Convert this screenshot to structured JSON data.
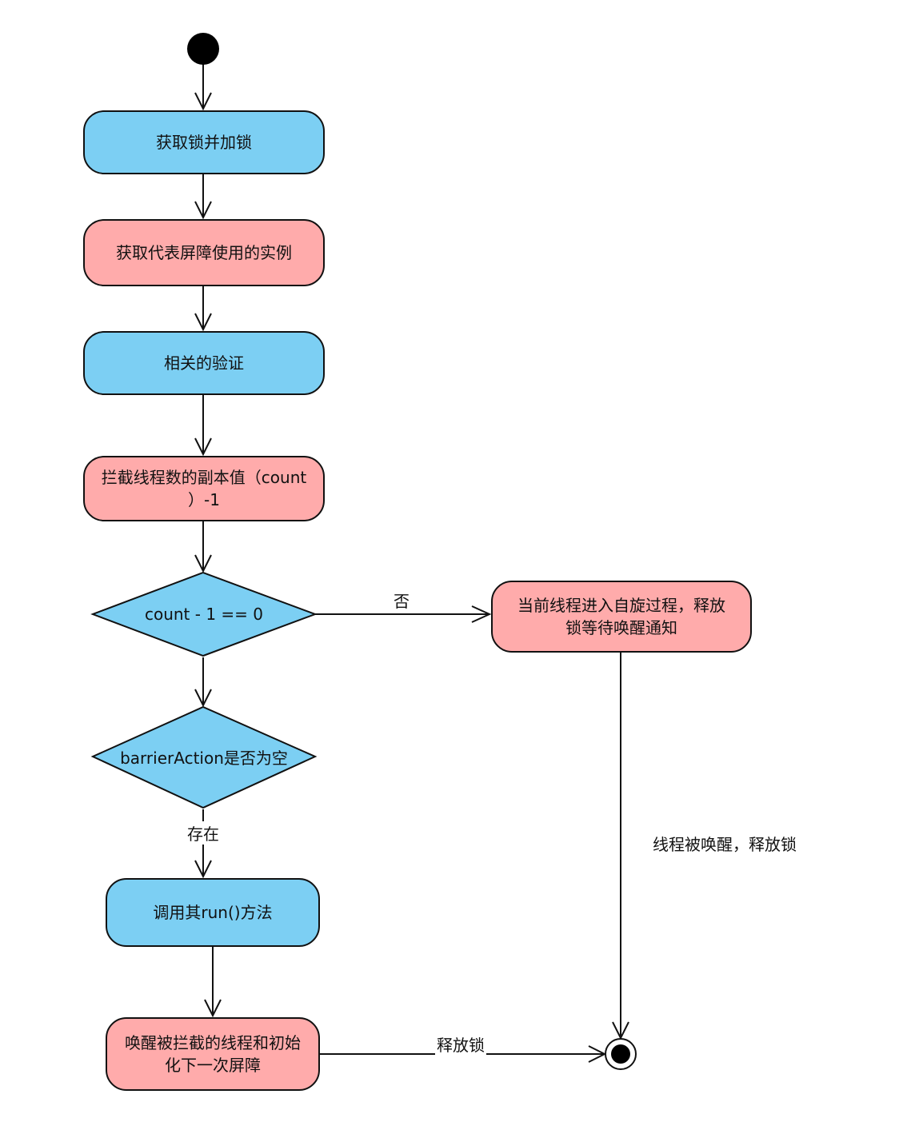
{
  "nodes": {
    "acquire_lock": "获取锁并加锁",
    "get_generation": "获取代表屏障使用的实例",
    "validate": "相关的验证",
    "decrement_line1": "拦截线程数的副本值（count",
    "decrement_line2": "）-1",
    "decision_count": "count - 1 == 0",
    "decision_action": "barrierAction是否为空",
    "call_run": "调用其run()方法",
    "wake_line1": "唤醒被拦截的线程和初始",
    "wake_line2": "化下一次屏障",
    "spin_line1": "当前线程进入自旋过程，释放",
    "spin_line2": "锁等待唤醒通知"
  },
  "edges": {
    "no_label": "否",
    "exists_label": "存在",
    "release_lock_label": "释放锁",
    "woken_release_label": "线程被唤醒，释放锁"
  },
  "colors": {
    "blue_fill": "#7ccff3",
    "pink_fill": "#ffabab",
    "stroke": "#111111"
  }
}
